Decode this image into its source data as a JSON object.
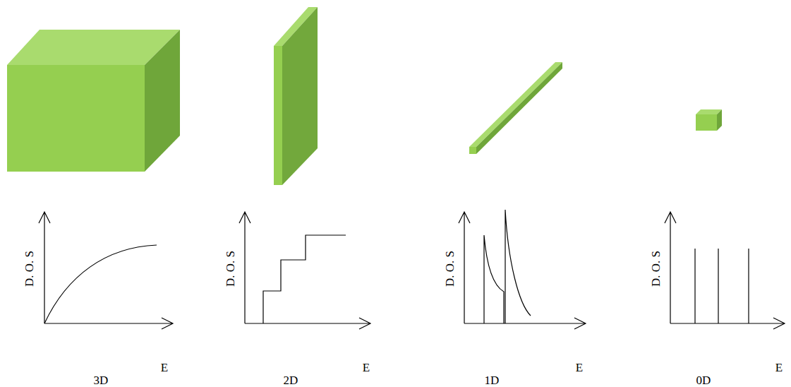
{
  "diagram": {
    "labels": [
      "D. O. S",
      "E",
      "3D",
      "D. O. S",
      "E",
      "2D",
      "D. O. S",
      "E",
      "1D",
      "D. O. S",
      "E",
      "0D"
    ]
  }
}
